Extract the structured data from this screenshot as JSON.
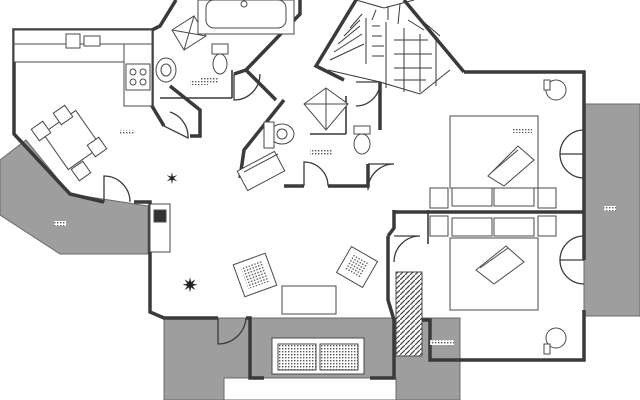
{
  "plan": {
    "kind": "apartment floor plan",
    "labels": [],
    "colors": {
      "background": "#ffffff",
      "wall": "#3a3a3a",
      "wall_fill": "#d8d8d8",
      "terrace": "#9e9e9e",
      "furniture": "#4a4a4a",
      "hatch": "#555555"
    },
    "rooms": [
      "kitchen-dining",
      "wc",
      "bathroom-top",
      "stairwell",
      "shower-room",
      "living-room",
      "bedroom",
      "hall"
    ],
    "terraces": [
      "terrace-left",
      "terrace-right",
      "terrace-bottom"
    ]
  }
}
